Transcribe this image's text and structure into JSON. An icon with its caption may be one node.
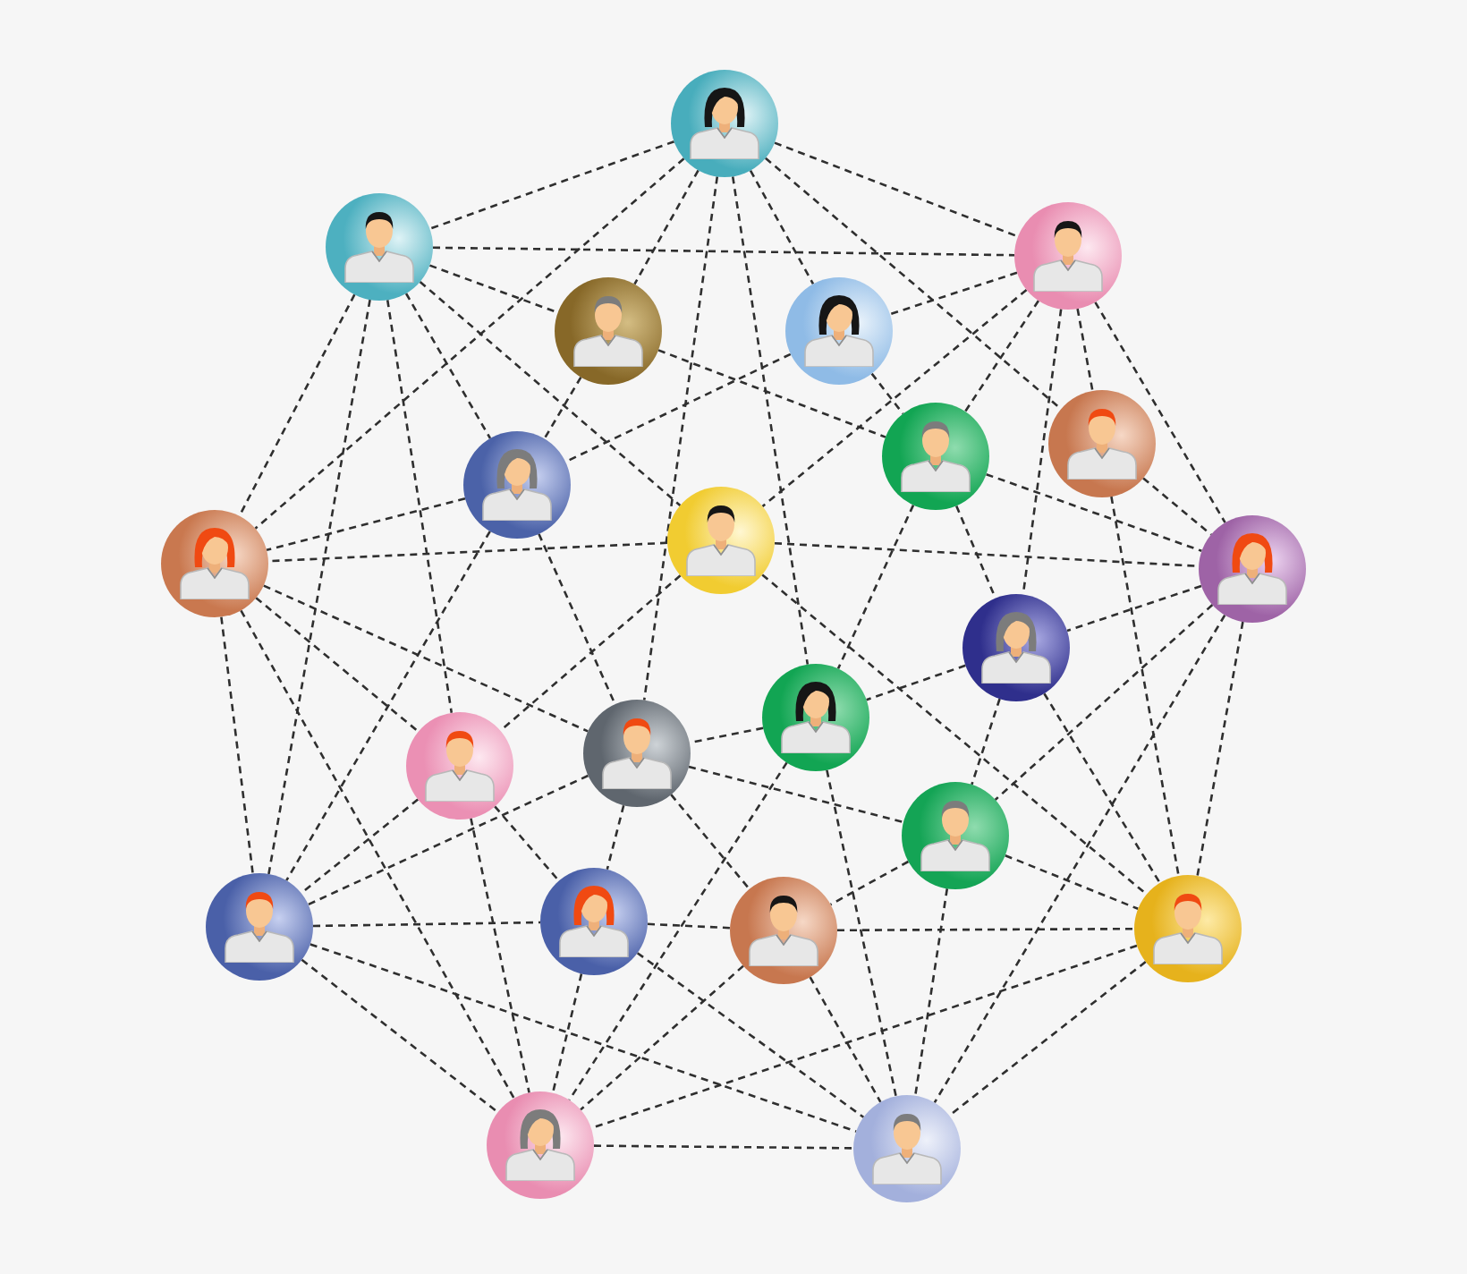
{
  "diagram": {
    "nodes": [
      {
        "text": [],
        "shape": "person"
      },
      {
        "text": [],
        "shape": "person"
      },
      {
        "text": [],
        "shape": "person"
      },
      {
        "text": [],
        "shape": "person"
      },
      {
        "text": [],
        "shape": "person"
      },
      {
        "text": [],
        "shape": "person"
      },
      {
        "text": [],
        "shape": "person"
      },
      {
        "text": [],
        "shape": "person"
      },
      {
        "text": [],
        "shape": "person"
      },
      {
        "text": [],
        "shape": "person"
      },
      {
        "text": [],
        "shape": "person"
      },
      {
        "text": [],
        "shape": "person"
      },
      {
        "text": [],
        "shape": "person"
      },
      {
        "text": [],
        "shape": "person"
      },
      {
        "text": [],
        "shape": "person"
      },
      {
        "text": [],
        "shape": "person"
      },
      {
        "text": [],
        "shape": "person"
      },
      {
        "text": [],
        "shape": "person"
      },
      {
        "text": [],
        "shape": "person"
      },
      {
        "text": [],
        "shape": "person"
      },
      {
        "text": [],
        "shape": "person"
      },
      {
        "text": [],
        "shape": "person"
      }
    ],
    "edges": [
      {
        "from": 0,
        "to": 1,
        "arrow": "none"
      },
      {
        "from": 0,
        "to": 2,
        "arrow": "none"
      },
      {
        "from": 0,
        "to": 3,
        "arrow": "none"
      },
      {
        "from": 0,
        "to": 4,
        "arrow": "none"
      },
      {
        "from": 0,
        "to": 6,
        "arrow": "none"
      },
      {
        "from": 0,
        "to": 9,
        "arrow": "none"
      },
      {
        "from": 0,
        "to": 12,
        "arrow": "none"
      },
      {
        "from": 0,
        "to": 13,
        "arrow": "none"
      },
      {
        "from": 1,
        "to": 2,
        "arrow": "none"
      },
      {
        "from": 1,
        "to": 3,
        "arrow": "none"
      },
      {
        "from": 1,
        "to": 7,
        "arrow": "none"
      },
      {
        "from": 1,
        "to": 8,
        "arrow": "none"
      },
      {
        "from": 1,
        "to": 9,
        "arrow": "none"
      },
      {
        "from": 1,
        "to": 14,
        "arrow": "none"
      },
      {
        "from": 1,
        "to": 16,
        "arrow": "none"
      },
      {
        "from": 2,
        "to": 4,
        "arrow": "none"
      },
      {
        "from": 2,
        "to": 5,
        "arrow": "none"
      },
      {
        "from": 2,
        "to": 6,
        "arrow": "none"
      },
      {
        "from": 2,
        "to": 8,
        "arrow": "none"
      },
      {
        "from": 2,
        "to": 10,
        "arrow": "none"
      },
      {
        "from": 2,
        "to": 11,
        "arrow": "none"
      },
      {
        "from": 3,
        "to": 5,
        "arrow": "none"
      },
      {
        "from": 3,
        "to": 7,
        "arrow": "none"
      },
      {
        "from": 4,
        "to": 5,
        "arrow": "none"
      },
      {
        "from": 4,
        "to": 7,
        "arrow": "none"
      },
      {
        "from": 5,
        "to": 10,
        "arrow": "none"
      },
      {
        "from": 5,
        "to": 11,
        "arrow": "none"
      },
      {
        "from": 5,
        "to": 12,
        "arrow": "none"
      },
      {
        "from": 6,
        "to": 10,
        "arrow": "none"
      },
      {
        "from": 6,
        "to": 19,
        "arrow": "none"
      },
      {
        "from": 7,
        "to": 9,
        "arrow": "none"
      },
      {
        "from": 7,
        "to": 13,
        "arrow": "none"
      },
      {
        "from": 7,
        "to": 16,
        "arrow": "none"
      },
      {
        "from": 8,
        "to": 9,
        "arrow": "none"
      },
      {
        "from": 8,
        "to": 10,
        "arrow": "none"
      },
      {
        "from": 8,
        "to": 14,
        "arrow": "none"
      },
      {
        "from": 8,
        "to": 19,
        "arrow": "none"
      },
      {
        "from": 9,
        "to": 13,
        "arrow": "none"
      },
      {
        "from": 9,
        "to": 14,
        "arrow": "none"
      },
      {
        "from": 9,
        "to": 16,
        "arrow": "none"
      },
      {
        "from": 9,
        "to": 20,
        "arrow": "none"
      },
      {
        "from": 10,
        "to": 11,
        "arrow": "none"
      },
      {
        "from": 10,
        "to": 15,
        "arrow": "none"
      },
      {
        "from": 10,
        "to": 19,
        "arrow": "none"
      },
      {
        "from": 10,
        "to": 21,
        "arrow": "none"
      },
      {
        "from": 11,
        "to": 12,
        "arrow": "none"
      },
      {
        "from": 11,
        "to": 15,
        "arrow": "none"
      },
      {
        "from": 11,
        "to": 19,
        "arrow": "none"
      },
      {
        "from": 12,
        "to": 13,
        "arrow": "none"
      },
      {
        "from": 12,
        "to": 20,
        "arrow": "none"
      },
      {
        "from": 12,
        "to": 21,
        "arrow": "none"
      },
      {
        "from": 13,
        "to": 15,
        "arrow": "none"
      },
      {
        "from": 13,
        "to": 16,
        "arrow": "none"
      },
      {
        "from": 13,
        "to": 17,
        "arrow": "none"
      },
      {
        "from": 13,
        "to": 18,
        "arrow": "none"
      },
      {
        "from": 14,
        "to": 16,
        "arrow": "none"
      },
      {
        "from": 14,
        "to": 17,
        "arrow": "none"
      },
      {
        "from": 14,
        "to": 20,
        "arrow": "none"
      },
      {
        "from": 15,
        "to": 18,
        "arrow": "none"
      },
      {
        "from": 15,
        "to": 19,
        "arrow": "none"
      },
      {
        "from": 15,
        "to": 21,
        "arrow": "none"
      },
      {
        "from": 16,
        "to": 17,
        "arrow": "none"
      },
      {
        "from": 16,
        "to": 20,
        "arrow": "none"
      },
      {
        "from": 16,
        "to": 21,
        "arrow": "none"
      },
      {
        "from": 17,
        "to": 18,
        "arrow": "none"
      },
      {
        "from": 17,
        "to": 20,
        "arrow": "none"
      },
      {
        "from": 17,
        "to": 21,
        "arrow": "none"
      },
      {
        "from": 18,
        "to": 19,
        "arrow": "none"
      },
      {
        "from": 18,
        "to": 20,
        "arrow": "none"
      },
      {
        "from": 18,
        "to": 21,
        "arrow": "none"
      },
      {
        "from": 19,
        "to": 20,
        "arrow": "none"
      },
      {
        "from": 19,
        "to": 21,
        "arrow": "none"
      },
      {
        "from": 20,
        "to": 21,
        "arrow": "none"
      }
    ]
  }
}
